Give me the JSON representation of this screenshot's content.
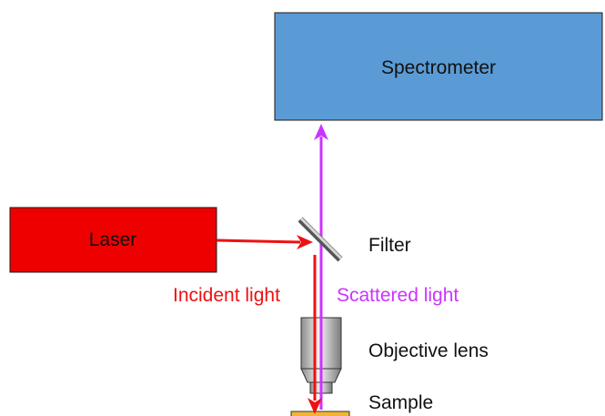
{
  "labels": {
    "spectrometer": "Spectrometer",
    "laser": "Laser",
    "filter": "Filter",
    "incident_light": "Incident light",
    "scattered_light": "Scattered light",
    "objective_lens": "Objective lens",
    "sample": "Sample"
  },
  "colors": {
    "spectrometer_fill": "#5b9bd5",
    "laser_fill": "#ee0000",
    "incident_beam": "#ee1111",
    "scattered_beam": "#cc33ff",
    "sample_fill": "#f2b533"
  }
}
